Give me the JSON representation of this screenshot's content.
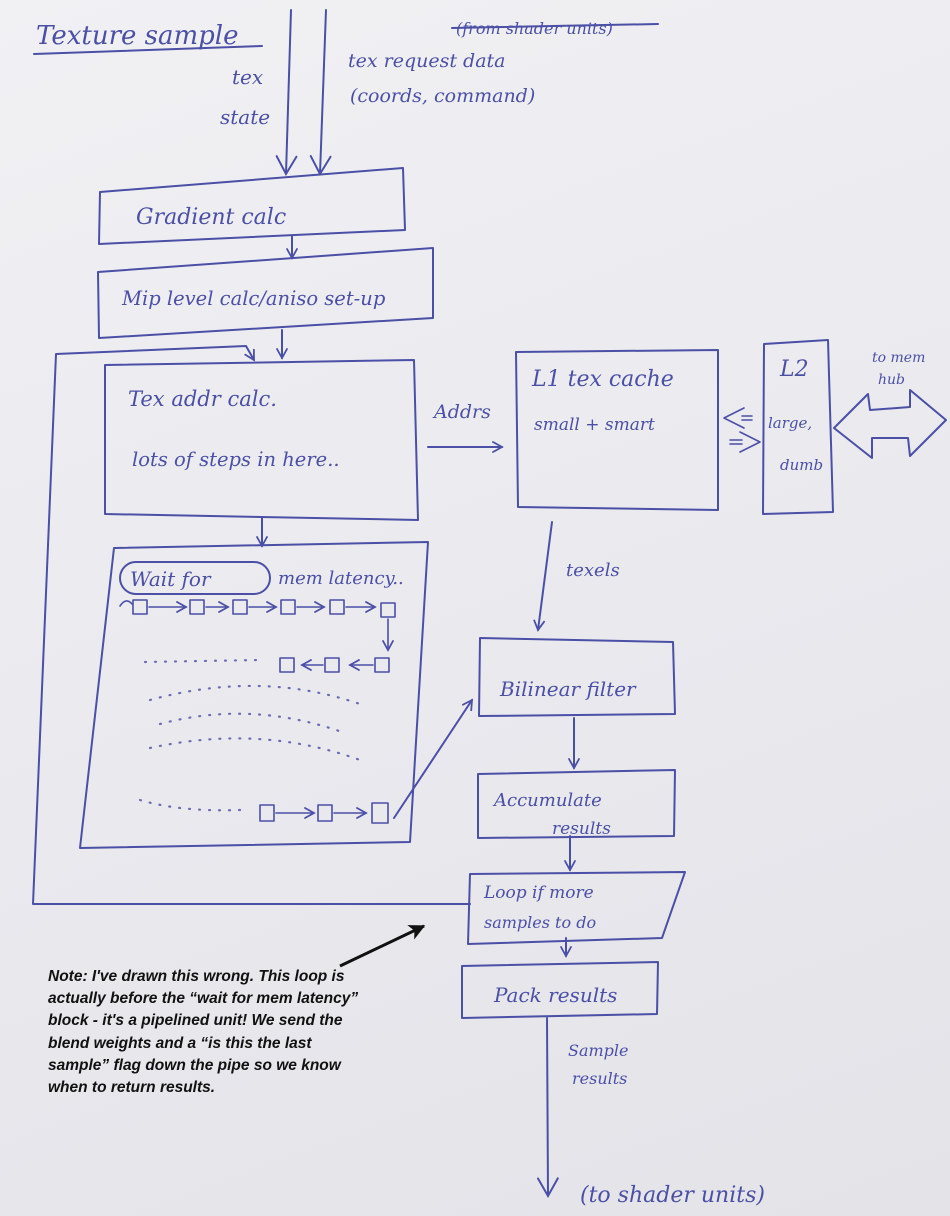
{
  "title": "Texture sample",
  "inputs": {
    "tex_state": [
      "tex",
      "state"
    ],
    "tex_request": [
      "tex request data",
      "(coords, command)"
    ],
    "struck_text": "(from shader units)"
  },
  "blocks": {
    "gradient": "Gradient calc",
    "mip": "Mip level calc/aniso set-up",
    "addr_title": "Tex addr calc.",
    "addr_sub": "lots of steps in here..",
    "wait_title": "Wait for",
    "wait_sub": "mem latency..",
    "l1_title": "L1 tex cache",
    "l1_sub": "small + smart",
    "l2_title": "L2",
    "l2_sub": [
      "large,",
      "dumb"
    ],
    "bilinear": "Bilinear filter",
    "accumulate": [
      "Accumulate",
      "results"
    ],
    "loop": [
      "Loop if more",
      "samples to do"
    ],
    "pack": "Pack results"
  },
  "labels": {
    "addrs": "Addrs",
    "texels": "texels",
    "mem_hub": [
      "to mem",
      "hub"
    ],
    "sample_results": [
      "Sample",
      "results"
    ],
    "to_shader": "(to shader units)"
  },
  "note": "Note: I've drawn this wrong. This loop is actually before the “wait for mem latency” block - it's a pipelined unit! We send the blend weights and a “is this the last sample” flag down the pipe so we know when to return results.",
  "colors": {
    "ink": "#4b4fa6",
    "paper": "#ececf0",
    "note_text": "#111111"
  }
}
